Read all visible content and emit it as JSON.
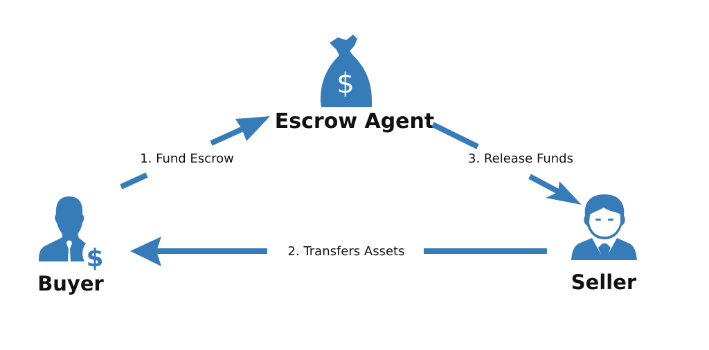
{
  "colors": {
    "accent": "#367cb9",
    "text": "#111111"
  },
  "nodes": {
    "escrow_agent": {
      "label": "Escrow Agent",
      "icon": "money-bag-icon",
      "icon_text": "$"
    },
    "buyer": {
      "label": "Buyer",
      "icon": "businessman-dollar-icon",
      "icon_text": "$"
    },
    "seller": {
      "label": "Seller",
      "icon": "businessman-icon"
    }
  },
  "edges": [
    {
      "from": "buyer",
      "to": "escrow_agent",
      "label": "1. Fund Escrow"
    },
    {
      "from": "seller",
      "to": "buyer",
      "label": "2. Transfers Assets"
    },
    {
      "from": "escrow_agent",
      "to": "seller",
      "label": "3.  Release Funds"
    }
  ]
}
